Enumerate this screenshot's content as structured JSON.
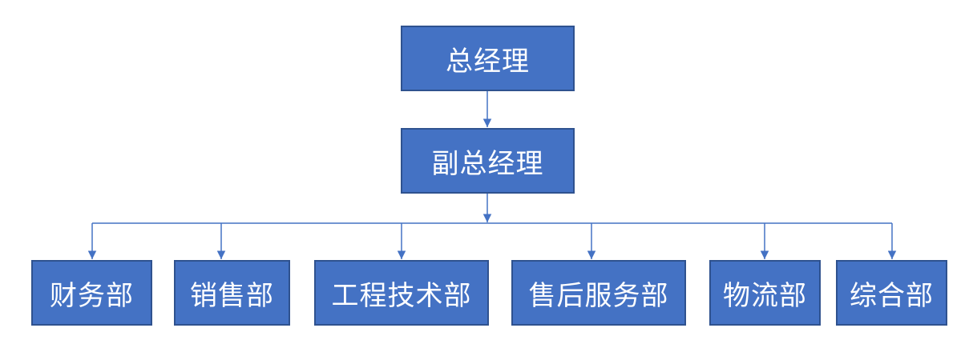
{
  "org": {
    "top": "总经理",
    "deputy": "副总经理",
    "departments": [
      "财务部",
      "销售部",
      "工程技术部",
      "售后服务部",
      "物流部",
      "综合部"
    ]
  },
  "colors": {
    "box_fill": "#4472c4",
    "box_border": "#2f528f",
    "connector": "#4472c4",
    "text": "#ffffff"
  }
}
